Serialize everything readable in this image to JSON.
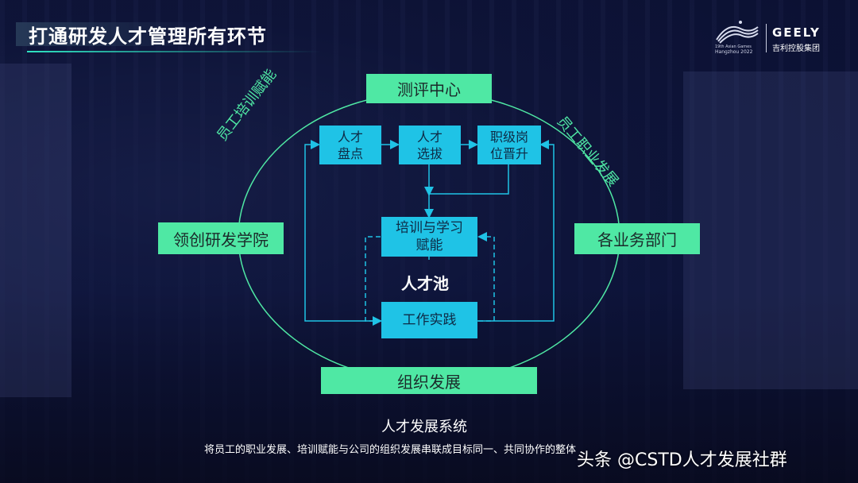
{
  "header": {
    "title": "打通研发人才管理所有环节",
    "logo": {
      "brand": "GEELY",
      "brand_cn": "吉利控股集团",
      "event_line1": "19th Asian Games",
      "event_line2": "Hangzhou 2022"
    }
  },
  "diagram": {
    "top_box": "测评中心",
    "bottom_box": "组织发展",
    "left_box": "领创研发学院",
    "right_box": "各业务部门",
    "arc_left_label": "员工培训赋能",
    "arc_right_label": "员工职业发展",
    "steps": {
      "talent_inventory": [
        "人才",
        "盘点"
      ],
      "talent_selection": [
        "人才",
        "选拔"
      ],
      "promotion": [
        "职级岗",
        "位晋升"
      ],
      "training": [
        "培训与学习",
        "赋能"
      ],
      "practice": "工作实践"
    },
    "pool_label": "人才池",
    "colors": {
      "green": "#4fe8a4",
      "cyan": "#1fc3e6",
      "title_accent": "#2fe3c2"
    }
  },
  "footer": {
    "system_title": "人才发展系统",
    "description": "将员工的职业发展、培训赋能与公司的组织发展串联成目标同一、共同协作的整体",
    "watermark": "头条 @CSTD人才发展社群"
  }
}
